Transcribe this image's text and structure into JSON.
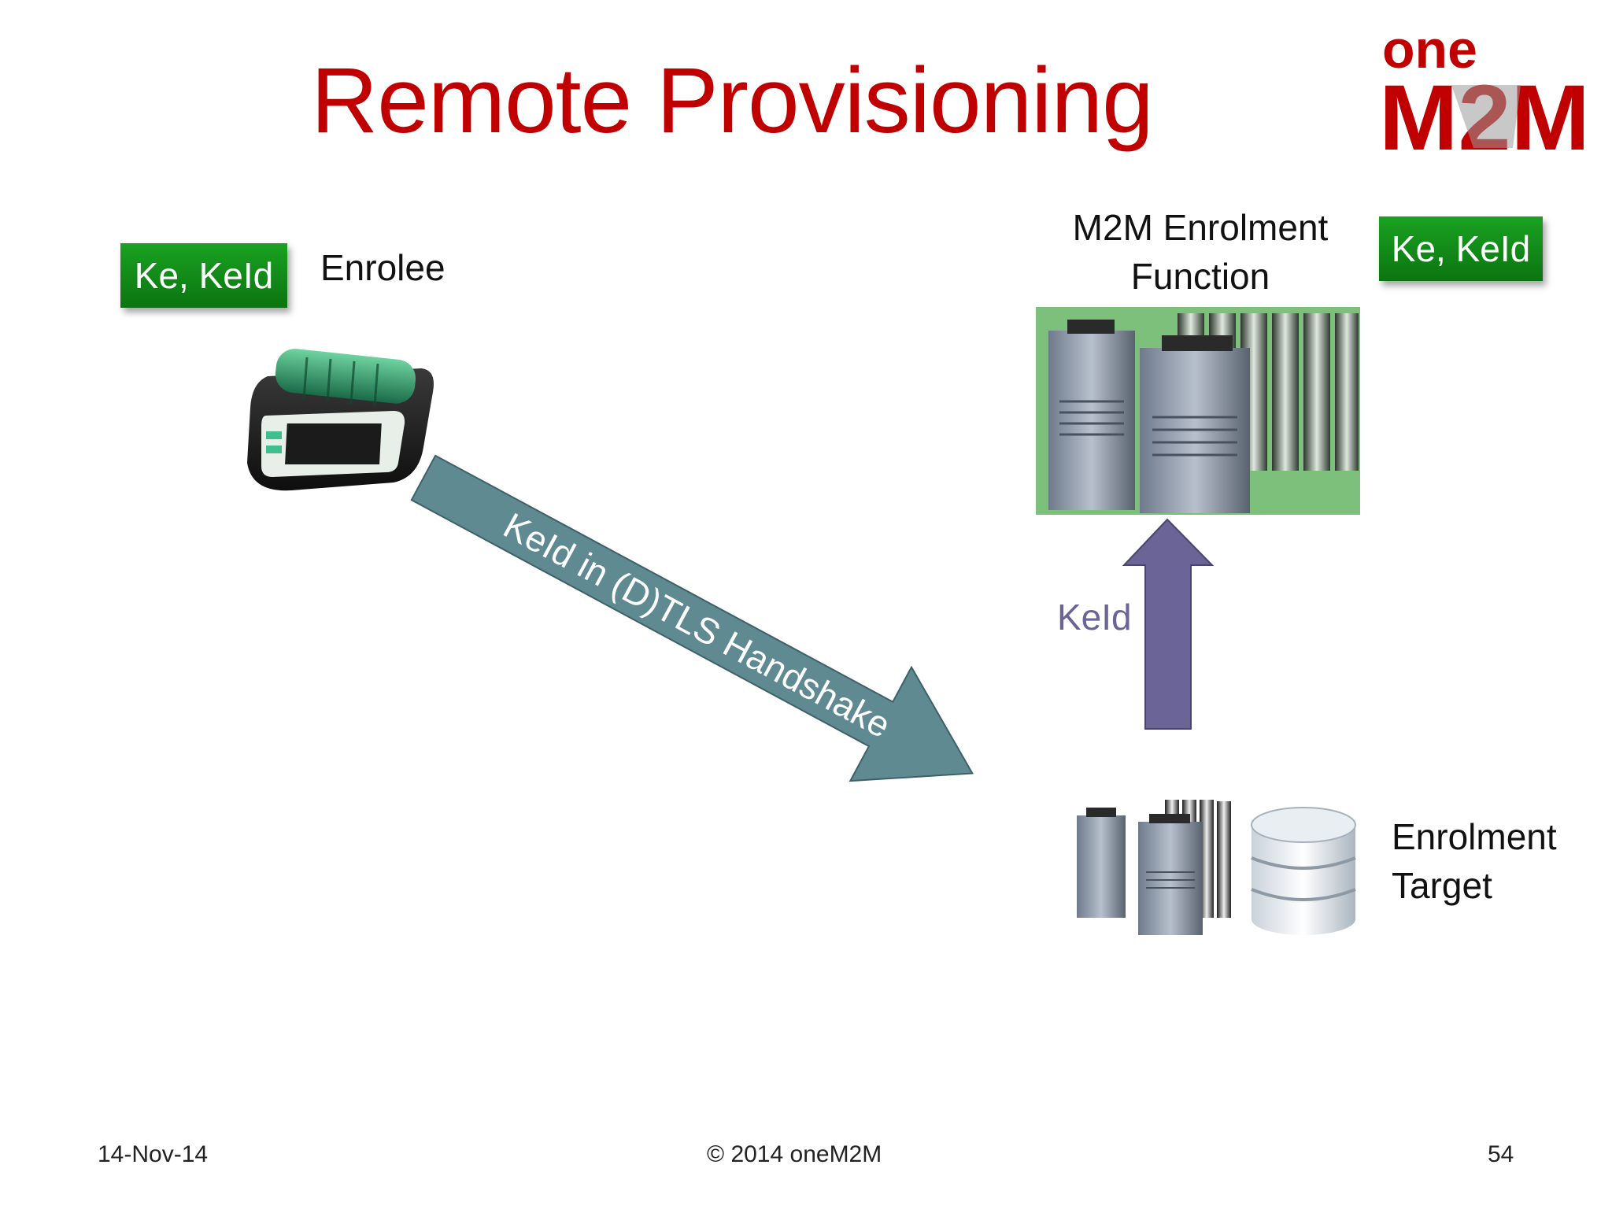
{
  "slide": {
    "title": "Remote Provisioning",
    "logo": {
      "line1": "one",
      "line2": "M2M",
      "primary_color": "#c00000",
      "secondary_color": "#9a9a9a"
    }
  },
  "enrolee": {
    "key_badge": "Ke, KeId",
    "label": "Enrolee",
    "badge_color": "#118a17",
    "device_icon": "handheld-device-icon"
  },
  "enrolment_function": {
    "label_line1": "M2M Enrolment",
    "label_line2": "Function",
    "key_badge": "Ke, KeId",
    "icon": "server-rack-icon",
    "background_color": "#7cc07c"
  },
  "enrolment_target": {
    "label_line1": "Enrolment",
    "label_line2": "Target",
    "icon": "server-database-icon"
  },
  "arrows": {
    "handshake": {
      "label": "KeId in (D)TLS Handshake",
      "color": "#5f8a92"
    },
    "keid_up": {
      "label": "KeId",
      "color": "#6b6496"
    }
  },
  "footer": {
    "date": "14-Nov-14",
    "copyright": "© 2014 oneM2M",
    "page_number": "54"
  }
}
